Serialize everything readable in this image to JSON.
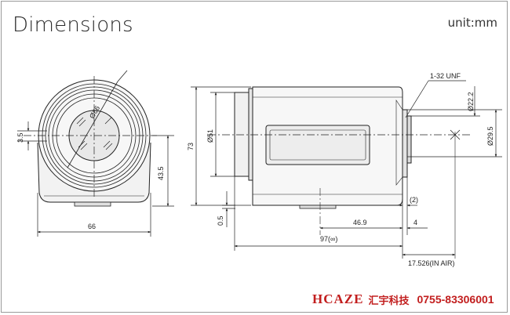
{
  "title": "Dimensions",
  "unit": "unit:mm",
  "front_view": {
    "dims": {
      "diam_lens": "Ø66",
      "offset": "3.5",
      "height_center": "43.5",
      "width": "66"
    }
  },
  "side_view": {
    "dims": {
      "thread": "1-32 UNF",
      "total_height": "73",
      "body_diam": "Ø51",
      "mount_diam": "Ø22.2",
      "flange_diam": "Ø29.5",
      "paren": "(2)",
      "gap": "0.5",
      "length_a": "46.9",
      "length_b": "4",
      "length_total": "97(∞)",
      "back_focus": "17.526(IN AIR)"
    }
  },
  "footer": {
    "brand": "HCAZE",
    "brand_cn": "汇宇科技",
    "phone": "0755-83306001"
  },
  "colors": {
    "line": "#222222",
    "fill": "#ececec",
    "brand": "#c21e1e"
  }
}
